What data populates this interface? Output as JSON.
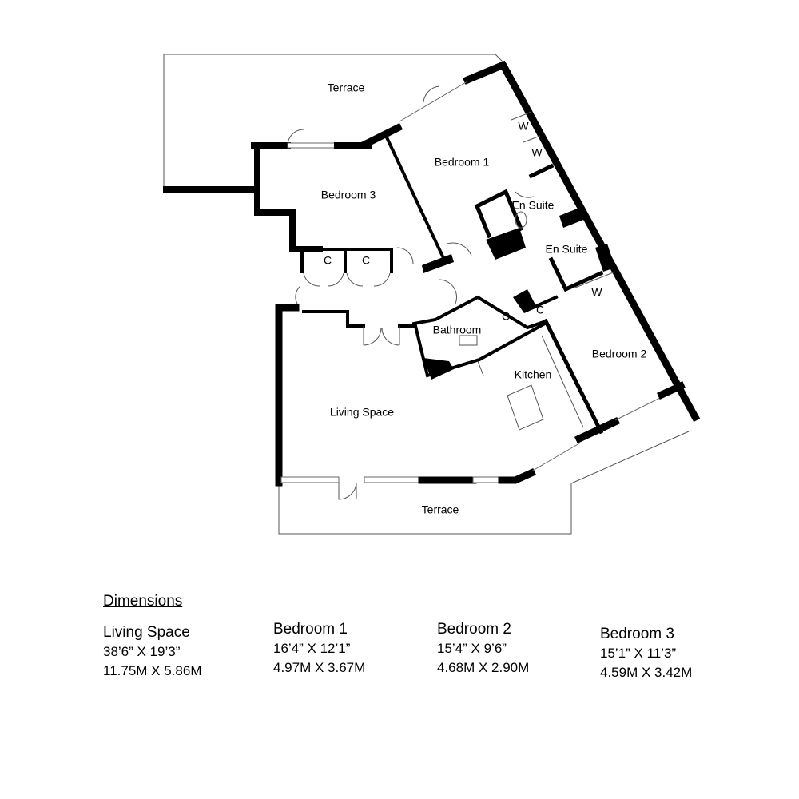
{
  "plan": {
    "rooms": {
      "terrace_top": "Terrace",
      "bedroom1": "Bedroom 1",
      "bedroom3": "Bedroom 3",
      "ensuite1": "En Suite",
      "ensuite2": "En Suite",
      "cupboard1": "C",
      "cupboard2": "C",
      "cupboard3": "C",
      "cupboard4": "C",
      "wardrobe1": "W",
      "wardrobe2": "W",
      "wardrobe3": "W",
      "bathroom": "Bathroom",
      "bedroom2": "Bedroom 2",
      "kitchen": "Kitchen",
      "living": "Living Space",
      "terrace_bottom": "Terrace"
    }
  },
  "dimensions": {
    "title": "Dimensions",
    "items": [
      {
        "name": "Living Space",
        "imperial": "38’6” X 19’3”",
        "metric": "11.75M X 5.86M"
      },
      {
        "name": "Bedroom 1",
        "imperial": "16’4” X 12’1”",
        "metric": "4.97M X 3.67M"
      },
      {
        "name": "Bedroom 2",
        "imperial": "15’4” X 9’6”",
        "metric": "4.68M X 2.90M"
      },
      {
        "name": "Bedroom 3",
        "imperial": "15’1” X 11’3”",
        "metric": "4.59M X 3.42M"
      }
    ]
  }
}
